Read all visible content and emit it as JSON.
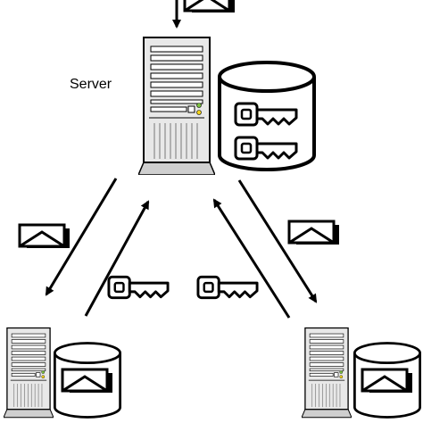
{
  "diagram": {
    "server_label": "Server",
    "nodes": [
      {
        "role": "server",
        "icon": "server-tower-icon",
        "storage_icon": "key-database-icon"
      },
      {
        "role": "client-left",
        "icon": "server-tower-icon",
        "storage_icon": "mail-database-icon"
      },
      {
        "role": "client-right",
        "icon": "server-tower-icon",
        "storage_icon": "mail-database-icon"
      }
    ],
    "edges": [
      {
        "from": "server",
        "to": "client-left",
        "carries": "envelope-icon"
      },
      {
        "from": "client-left",
        "to": "server",
        "carries": "key-icon"
      },
      {
        "from": "client-right",
        "to": "server",
        "carries": "key-icon"
      },
      {
        "from": "server",
        "to": "client-right",
        "carries": "envelope-icon"
      },
      {
        "from": "outside",
        "to": "server",
        "carries": "envelope-icon"
      }
    ],
    "colors": {
      "stroke": "#000000",
      "tower_fill": "#e8e8e8",
      "led_green": "#7dc242",
      "led_yellow": "#f2d21b"
    }
  }
}
